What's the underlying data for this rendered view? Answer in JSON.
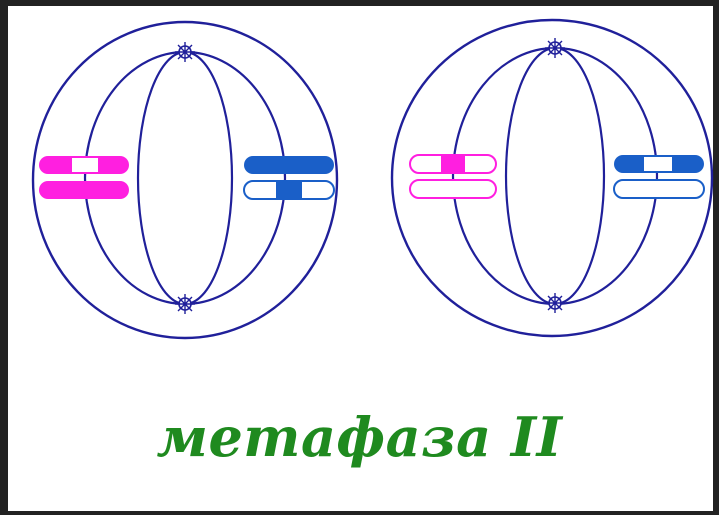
{
  "caption": "метафаза II",
  "colors": {
    "outline": "#20209a",
    "maternal": "#ff1fe0",
    "paternal": "#1a5fc8",
    "caption": "#1f8a1f",
    "frame_border": "#222222"
  },
  "cells": [
    {
      "name": "cell-left",
      "chromosome_style": "filled"
    },
    {
      "name": "cell-right",
      "chromosome_style": "outlined"
    }
  ]
}
